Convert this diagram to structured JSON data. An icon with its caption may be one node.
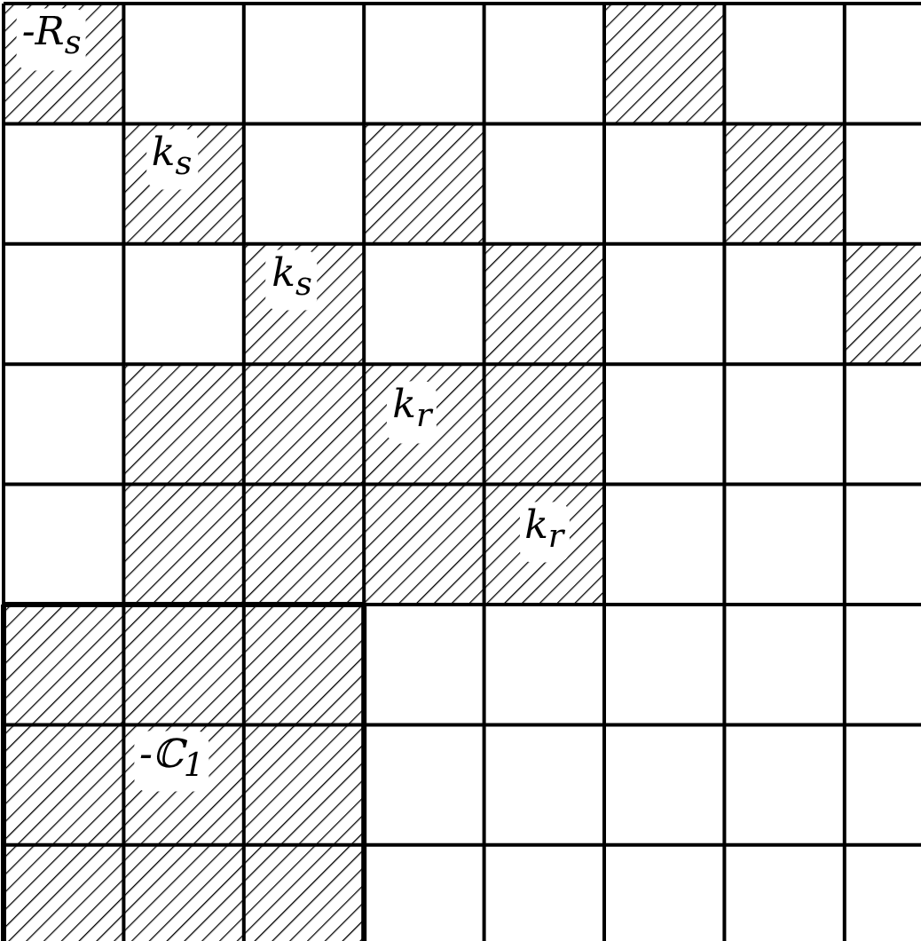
{
  "diagram": {
    "labels": [
      "-R$_{s}$",
      "k$_{s}$",
      "k$_{s}$",
      "k$_{r}$",
      "k$_{r}$",
      "-ℂ$_{1}$"
    ]
  }
}
